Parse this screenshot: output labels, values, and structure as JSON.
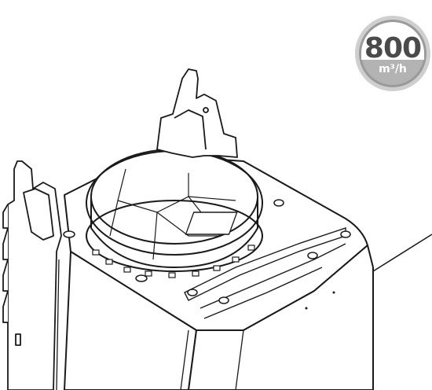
{
  "badge": {
    "value": "800",
    "unit": "m³/h"
  },
  "colors": {
    "line": "#1a1a1a",
    "badge_ring": "#cfcfcf",
    "badge_inner": "#9a9a9a",
    "badge_center": "#ffffff",
    "background": "#ffffff"
  },
  "icons": {
    "badge": "airflow-capacity-badge"
  }
}
